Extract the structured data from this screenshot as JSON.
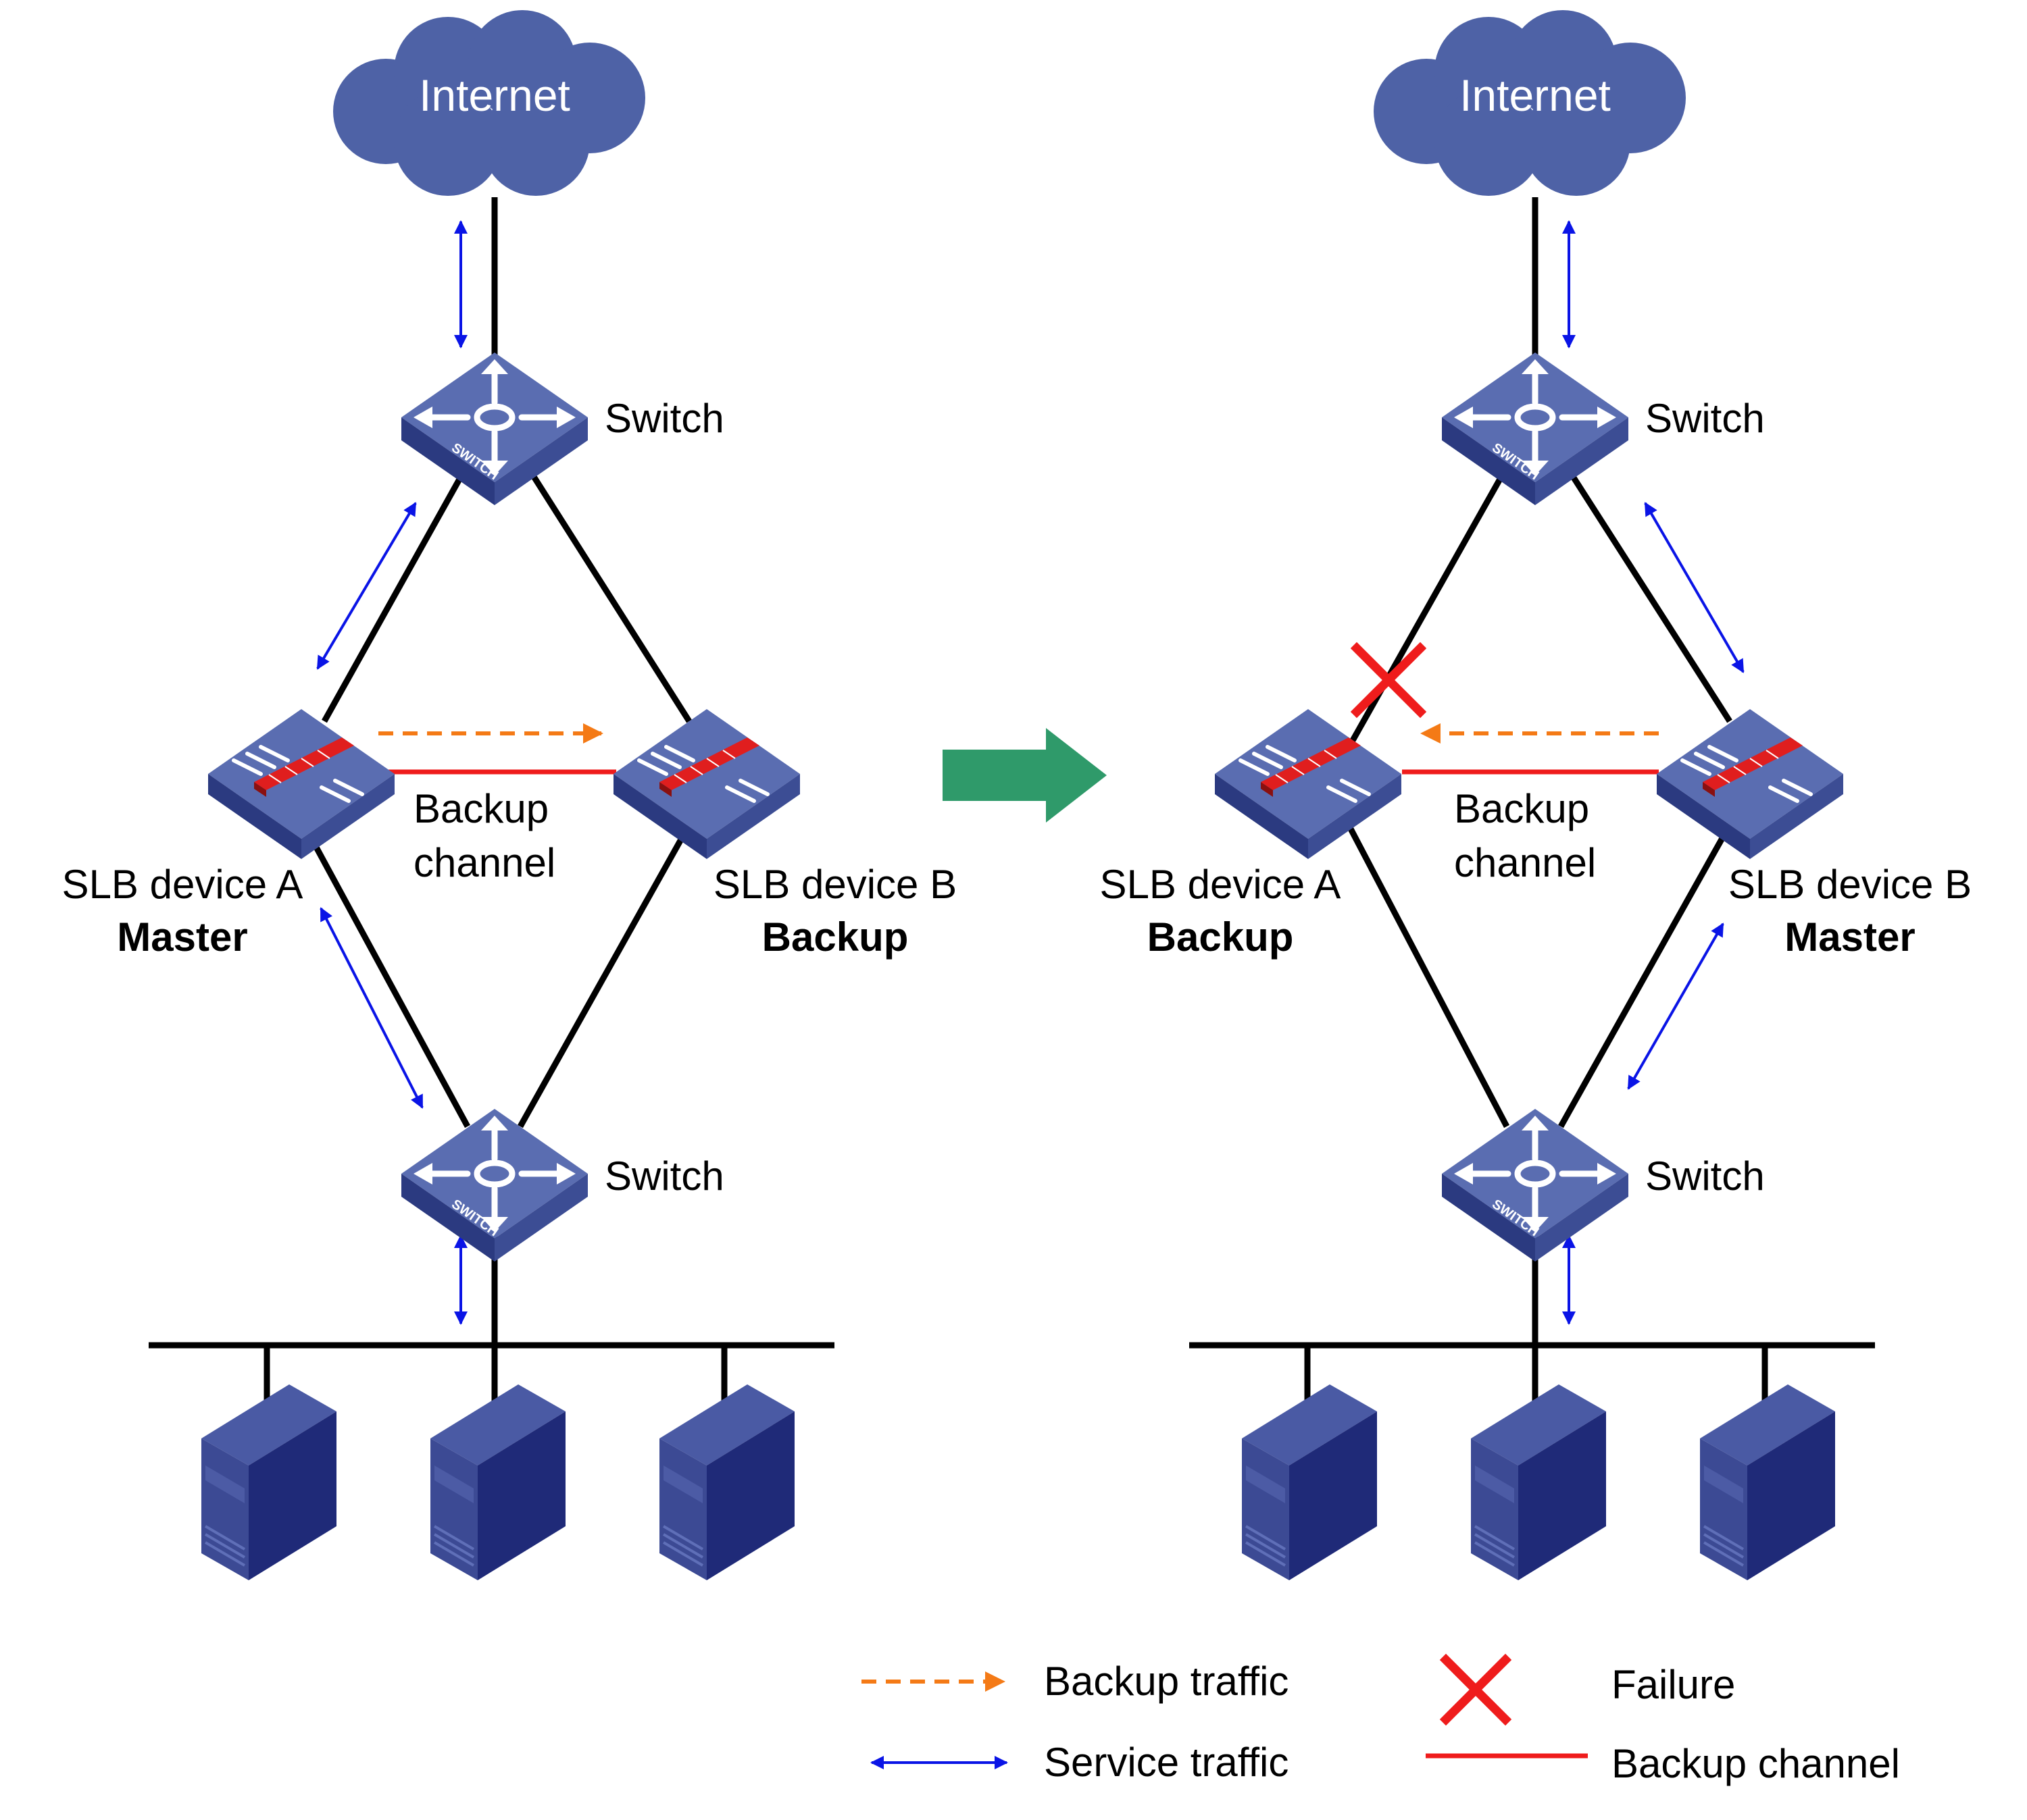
{
  "colors": {
    "link": "#000000",
    "service_traffic": "#0a14e6",
    "backup_traffic": "#f47a16",
    "backup_channel": "#ef1c1c",
    "failure": "#ef1c1c",
    "device": "#5366a8",
    "device_dark": "#27367c",
    "server": "#1f2a78",
    "cloud": "#4e62a6",
    "transition_arrow": "#2f9a6a"
  },
  "icons": [
    "cloud-icon",
    "switch-icon",
    "slb-device-icon",
    "server-icon",
    "failure-x-icon",
    "transition-arrow-icon"
  ],
  "left": {
    "internet": "Internet",
    "top_switch": "Switch",
    "bottom_switch": "Switch",
    "switch_badge": "SWITCH",
    "channel_line1": "Backup",
    "channel_line2": "channel",
    "device_a": {
      "name": "SLB device A",
      "role": "Master"
    },
    "device_b": {
      "name": "SLB device B",
      "role": "Backup"
    }
  },
  "right": {
    "internet": "Internet",
    "top_switch": "Switch",
    "bottom_switch": "Switch",
    "switch_badge": "SWITCH",
    "channel_line1": "Backup",
    "channel_line2": "channel",
    "device_a": {
      "name": "SLB device A",
      "role": "Backup"
    },
    "device_b": {
      "name": "SLB device B",
      "role": "Master"
    }
  },
  "legend": {
    "backup_traffic": "Backup traffic",
    "service_traffic": "Service traffic",
    "failure": "Failure",
    "backup_channel": "Backup channel"
  }
}
